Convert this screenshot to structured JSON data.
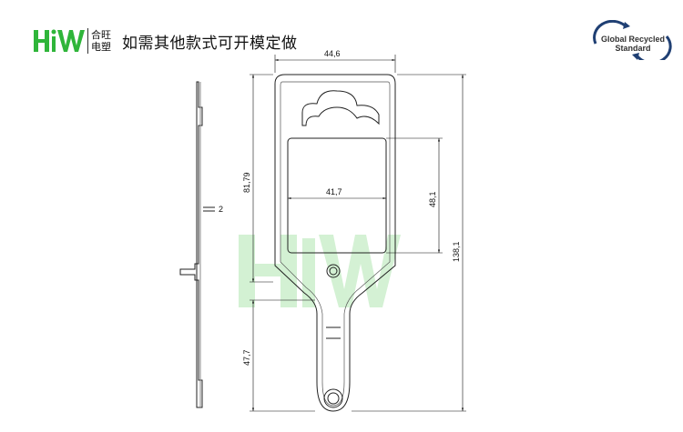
{
  "brand": {
    "logo_text": "HiW",
    "company_line1": "合旺",
    "company_line2": "电塑",
    "slogan": "如需其他款式可开模定做",
    "colors": {
      "logo_green": "#2fb53a",
      "watermark_green": "#c9eec9"
    }
  },
  "certification": {
    "line1": "Global Recycled",
    "line2": "Standard",
    "icon": "recycle-arrows-icon",
    "color": "#1f3f73"
  },
  "dimensions": {
    "overall_width": "44,6",
    "body_height": "81,79",
    "window_width": "41,7",
    "window_height": "48,1",
    "total_height": "138,1",
    "stem_height": "47,7",
    "thickness": "2"
  }
}
